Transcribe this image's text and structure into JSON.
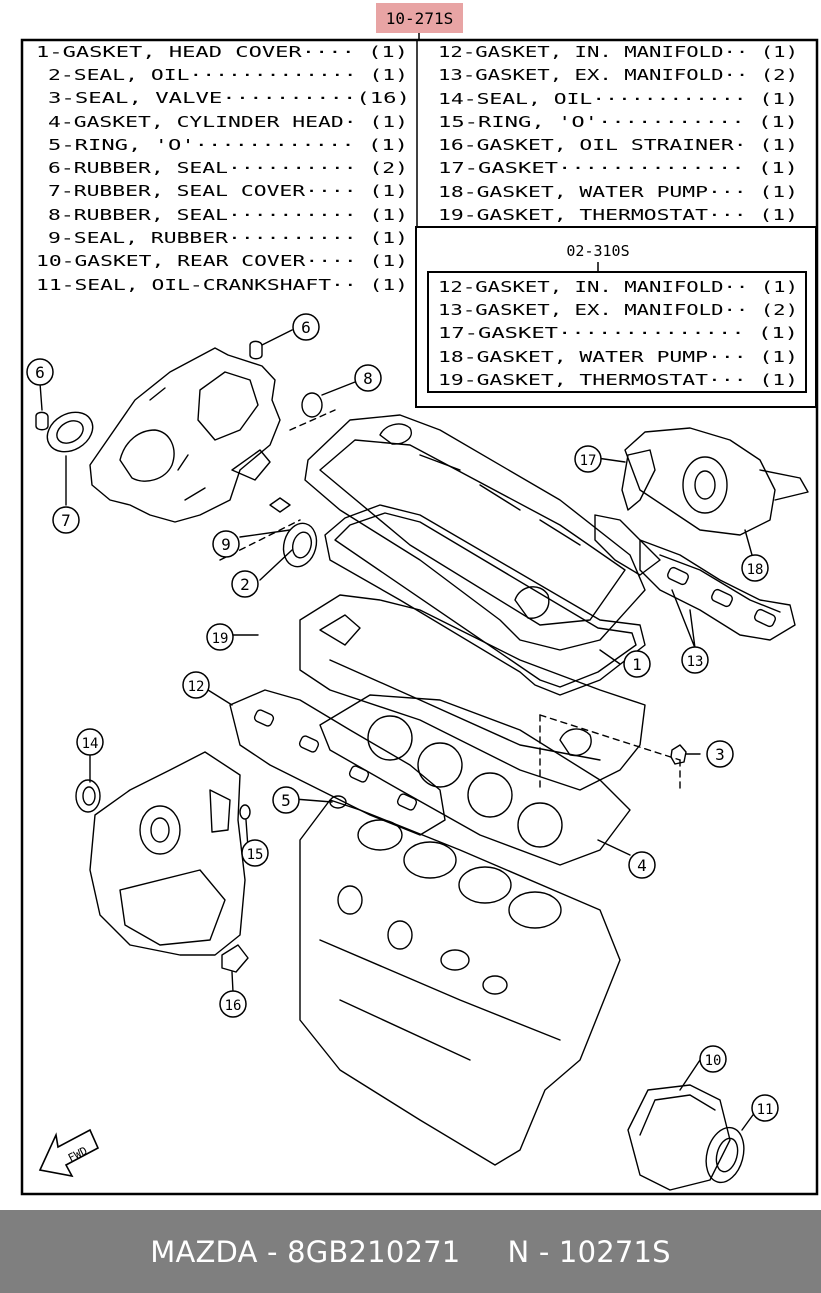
{
  "kit_label": "10-271S",
  "sub_kit_label": "02-310S",
  "parts_left": [
    {
      "text": "1-GASKET, HEAD COVER···· (1)"
    },
    {
      "text": "2-SEAL, OIL············· (1)"
    },
    {
      "text": "3-SEAL, VALVE··········(16)"
    },
    {
      "text": "4-GASKET, CYLINDER HEAD· (1)"
    },
    {
      "text": "5-RING, 'O'············ (1)"
    },
    {
      "text": "6-RUBBER, SEAL·········· (2)"
    },
    {
      "text": "7-RUBBER, SEAL COVER···· (1)"
    },
    {
      "text": "8-RUBBER, SEAL·········· (1)"
    },
    {
      "text": "9-SEAL, RUBBER·········· (1)"
    },
    {
      "text": "10-GASKET, REAR COVER···· (1)"
    },
    {
      "text": "11-SEAL, OIL-CRANKSHAFT·· (1)"
    }
  ],
  "parts_right": [
    {
      "text": "12-GASKET, IN. MANIFOLD·· (1)"
    },
    {
      "text": "13-GASKET, EX. MANIFOLD·· (2)"
    },
    {
      "text": "14-SEAL, OIL············ (1)"
    },
    {
      "text": "15-RING, 'O'··········· (1)"
    },
    {
      "text": "16-GASKET, OIL STRAINER· (1)"
    },
    {
      "text": "17-GASKET·············· (1)"
    },
    {
      "text": "18-GASKET, WATER PUMP··· (1)"
    },
    {
      "text": "19-GASKET, THERMOSTAT··· (1)"
    }
  ],
  "parts_sub": [
    {
      "text": "12-GASKET, IN. MANIFOLD·· (1)"
    },
    {
      "text": "13-GASKET, EX. MANIFOLD·· (2)"
    },
    {
      "text": "17-GASKET·············· (1)"
    },
    {
      "text": "18-GASKET, WATER PUMP··· (1)"
    },
    {
      "text": "19-GASKET, THERMOSTAT··· (1)"
    }
  ],
  "callouts": [
    "1",
    "2",
    "3",
    "4",
    "5",
    "6",
    "6",
    "7",
    "8",
    "9",
    "10",
    "11",
    "12",
    "13",
    "14",
    "15",
    "16",
    "17",
    "18",
    "19"
  ],
  "fwd_label": "FWD",
  "footer": "MAZDA - 8GB210271     N - 10271S",
  "colors": {
    "kit_label_bg": "#e8a4a4",
    "footer_bg": "#7f7f7f",
    "footer_text": "#ffffff",
    "ink": "#000000"
  }
}
